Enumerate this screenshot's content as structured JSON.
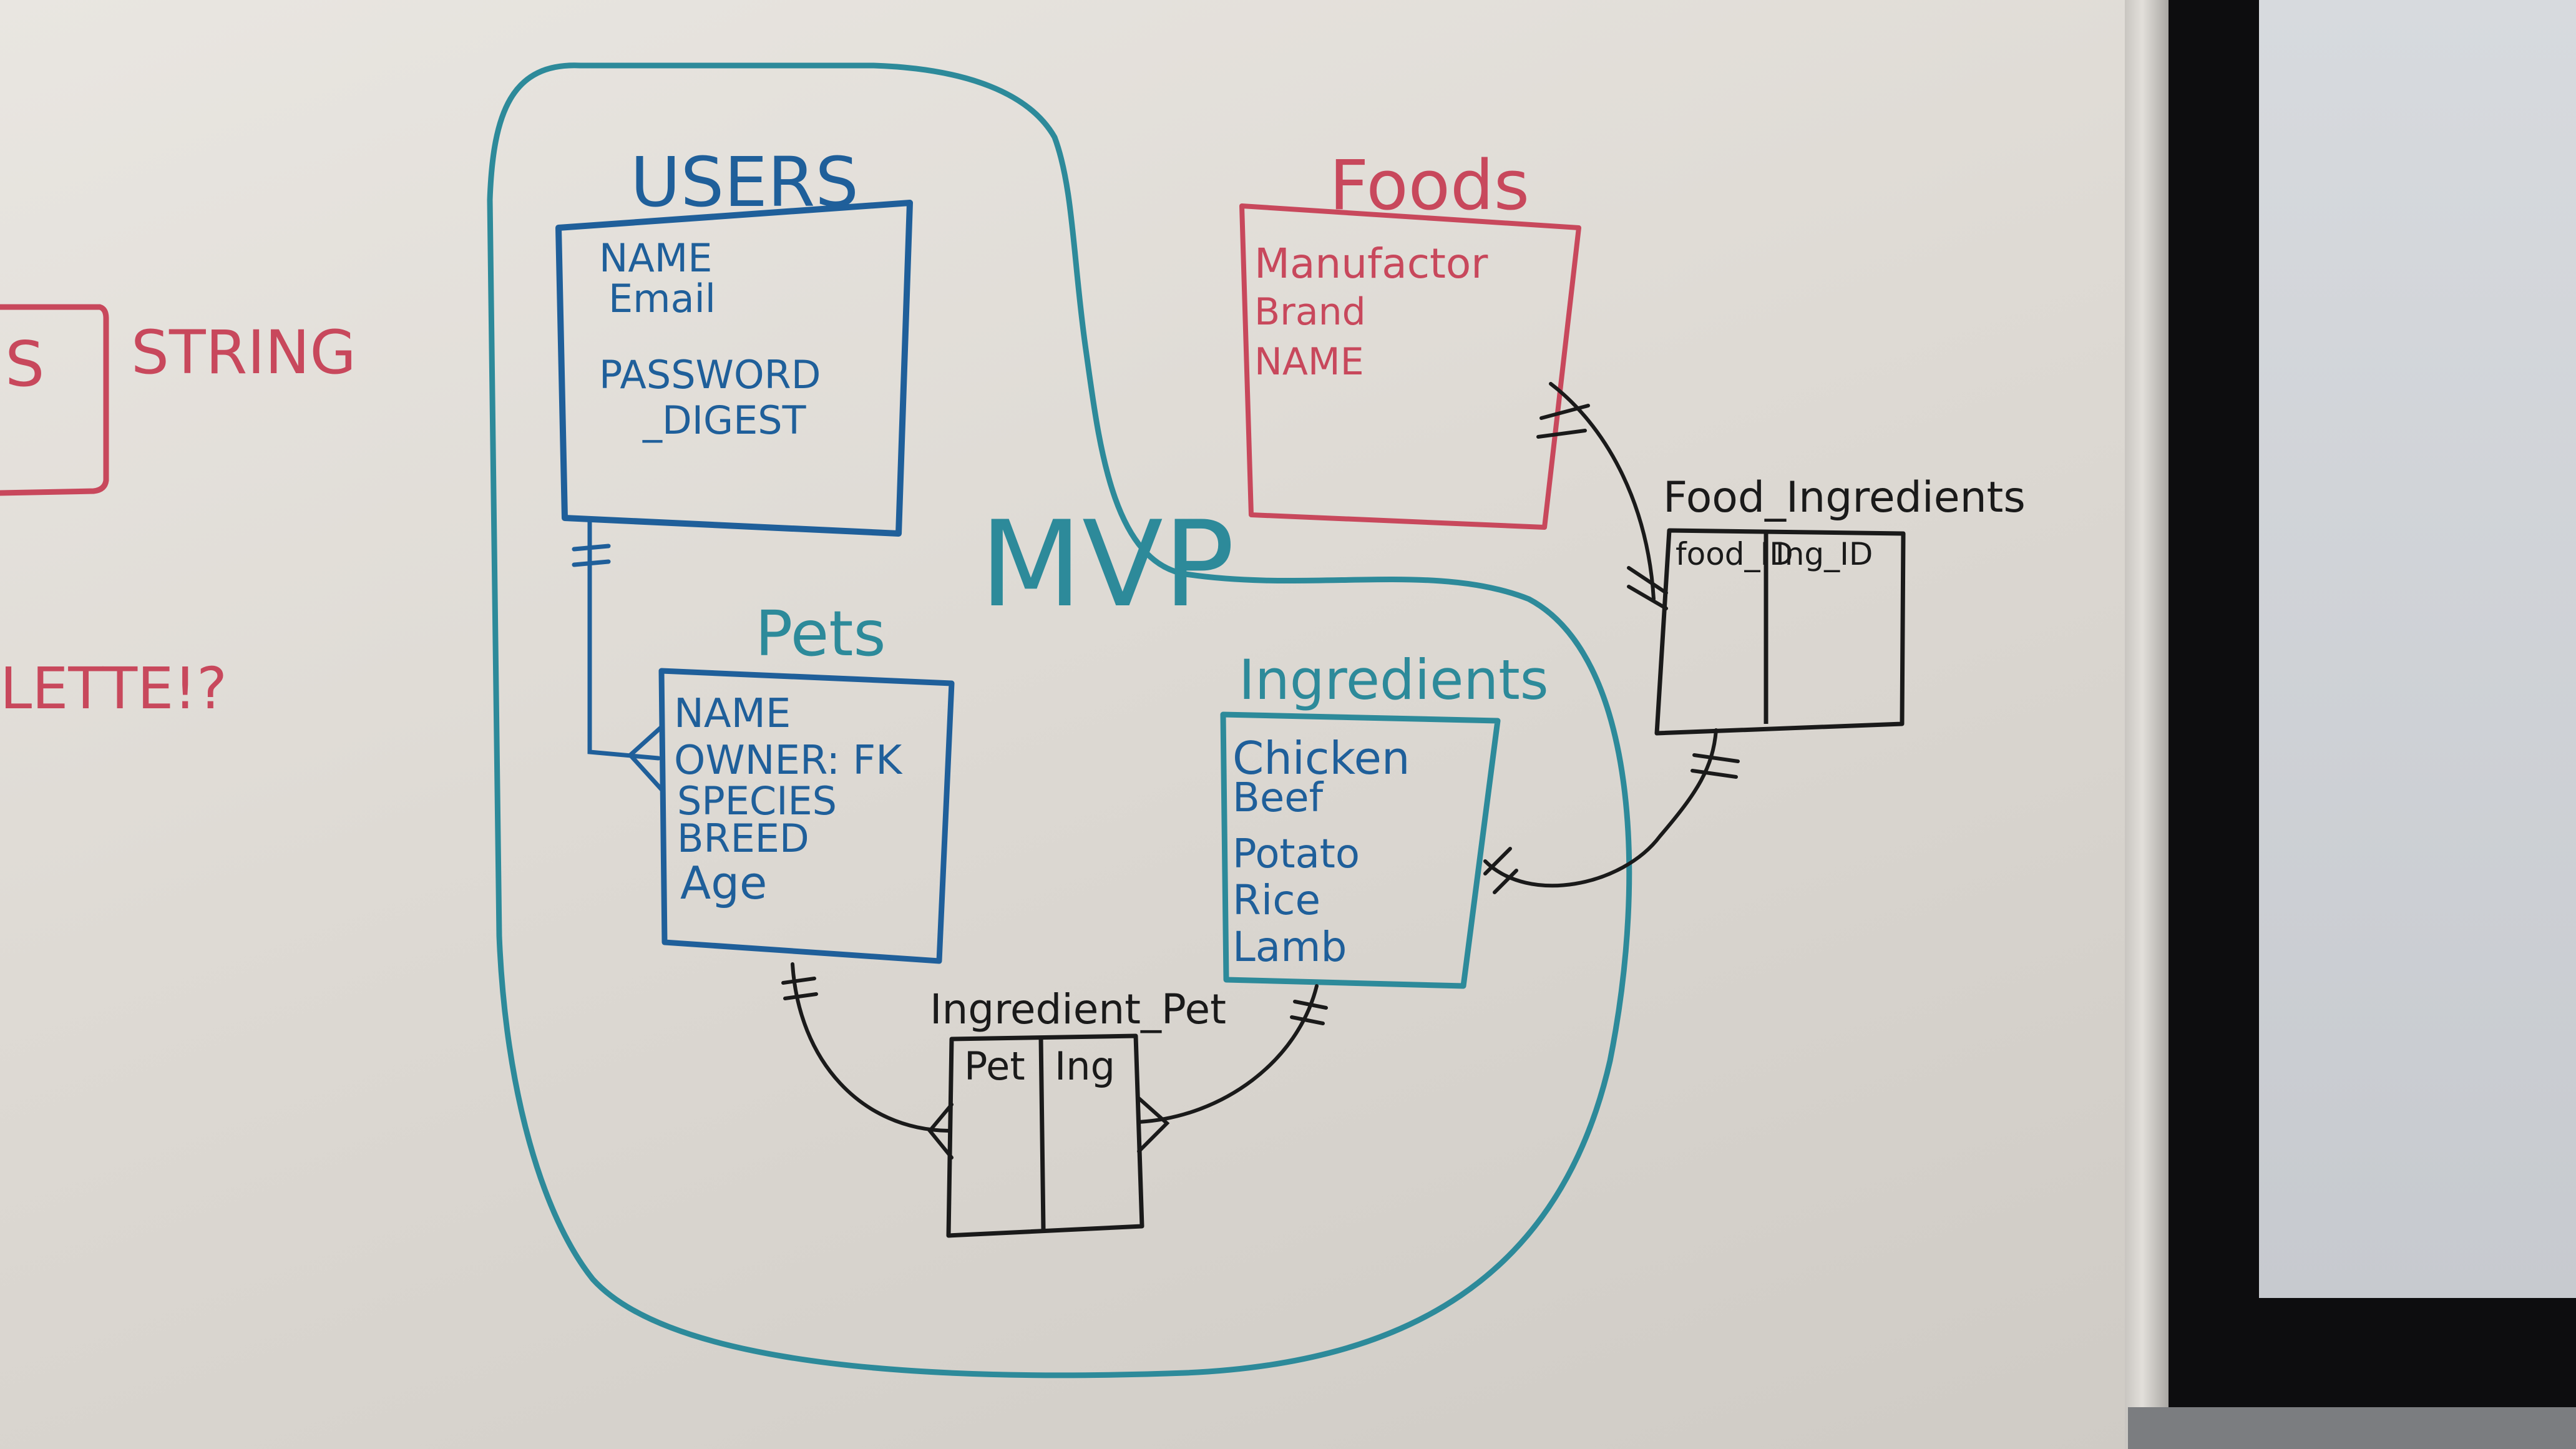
{
  "colors": {
    "blue_marker": "#1f5f9a",
    "teal_marker": "#2d8a9a",
    "red_marker": "#c8485c",
    "black_marker": "#1a1a1a"
  },
  "left_notes": {
    "s_box": "S",
    "string": "STRING",
    "letter": "LETTE!?"
  },
  "mvp_label": "MVP",
  "entities": {
    "users": {
      "title": "USERS",
      "fields": [
        "NAME",
        "Email",
        "PASSWORD",
        "_DIGEST"
      ]
    },
    "foods": {
      "title": "Foods",
      "fields": [
        "Manufactor",
        "Brand",
        "NAME"
      ]
    },
    "pets": {
      "title": "Pets",
      "fields": [
        "NAME",
        "OWNER: FK",
        "SPECIES",
        "BREED",
        "Age"
      ]
    },
    "ingredients": {
      "title": "Ingredients",
      "fields": [
        "Chicken",
        "Beef",
        "Potato",
        "Rice",
        "Lamb"
      ]
    },
    "ingredient_pet": {
      "title": "Ingredient_Pet",
      "columns": [
        "Pet",
        "Ing"
      ]
    },
    "food_ingredients": {
      "title": "Food_Ingredients",
      "columns": [
        "food_ID",
        "Ing_ID"
      ]
    }
  }
}
